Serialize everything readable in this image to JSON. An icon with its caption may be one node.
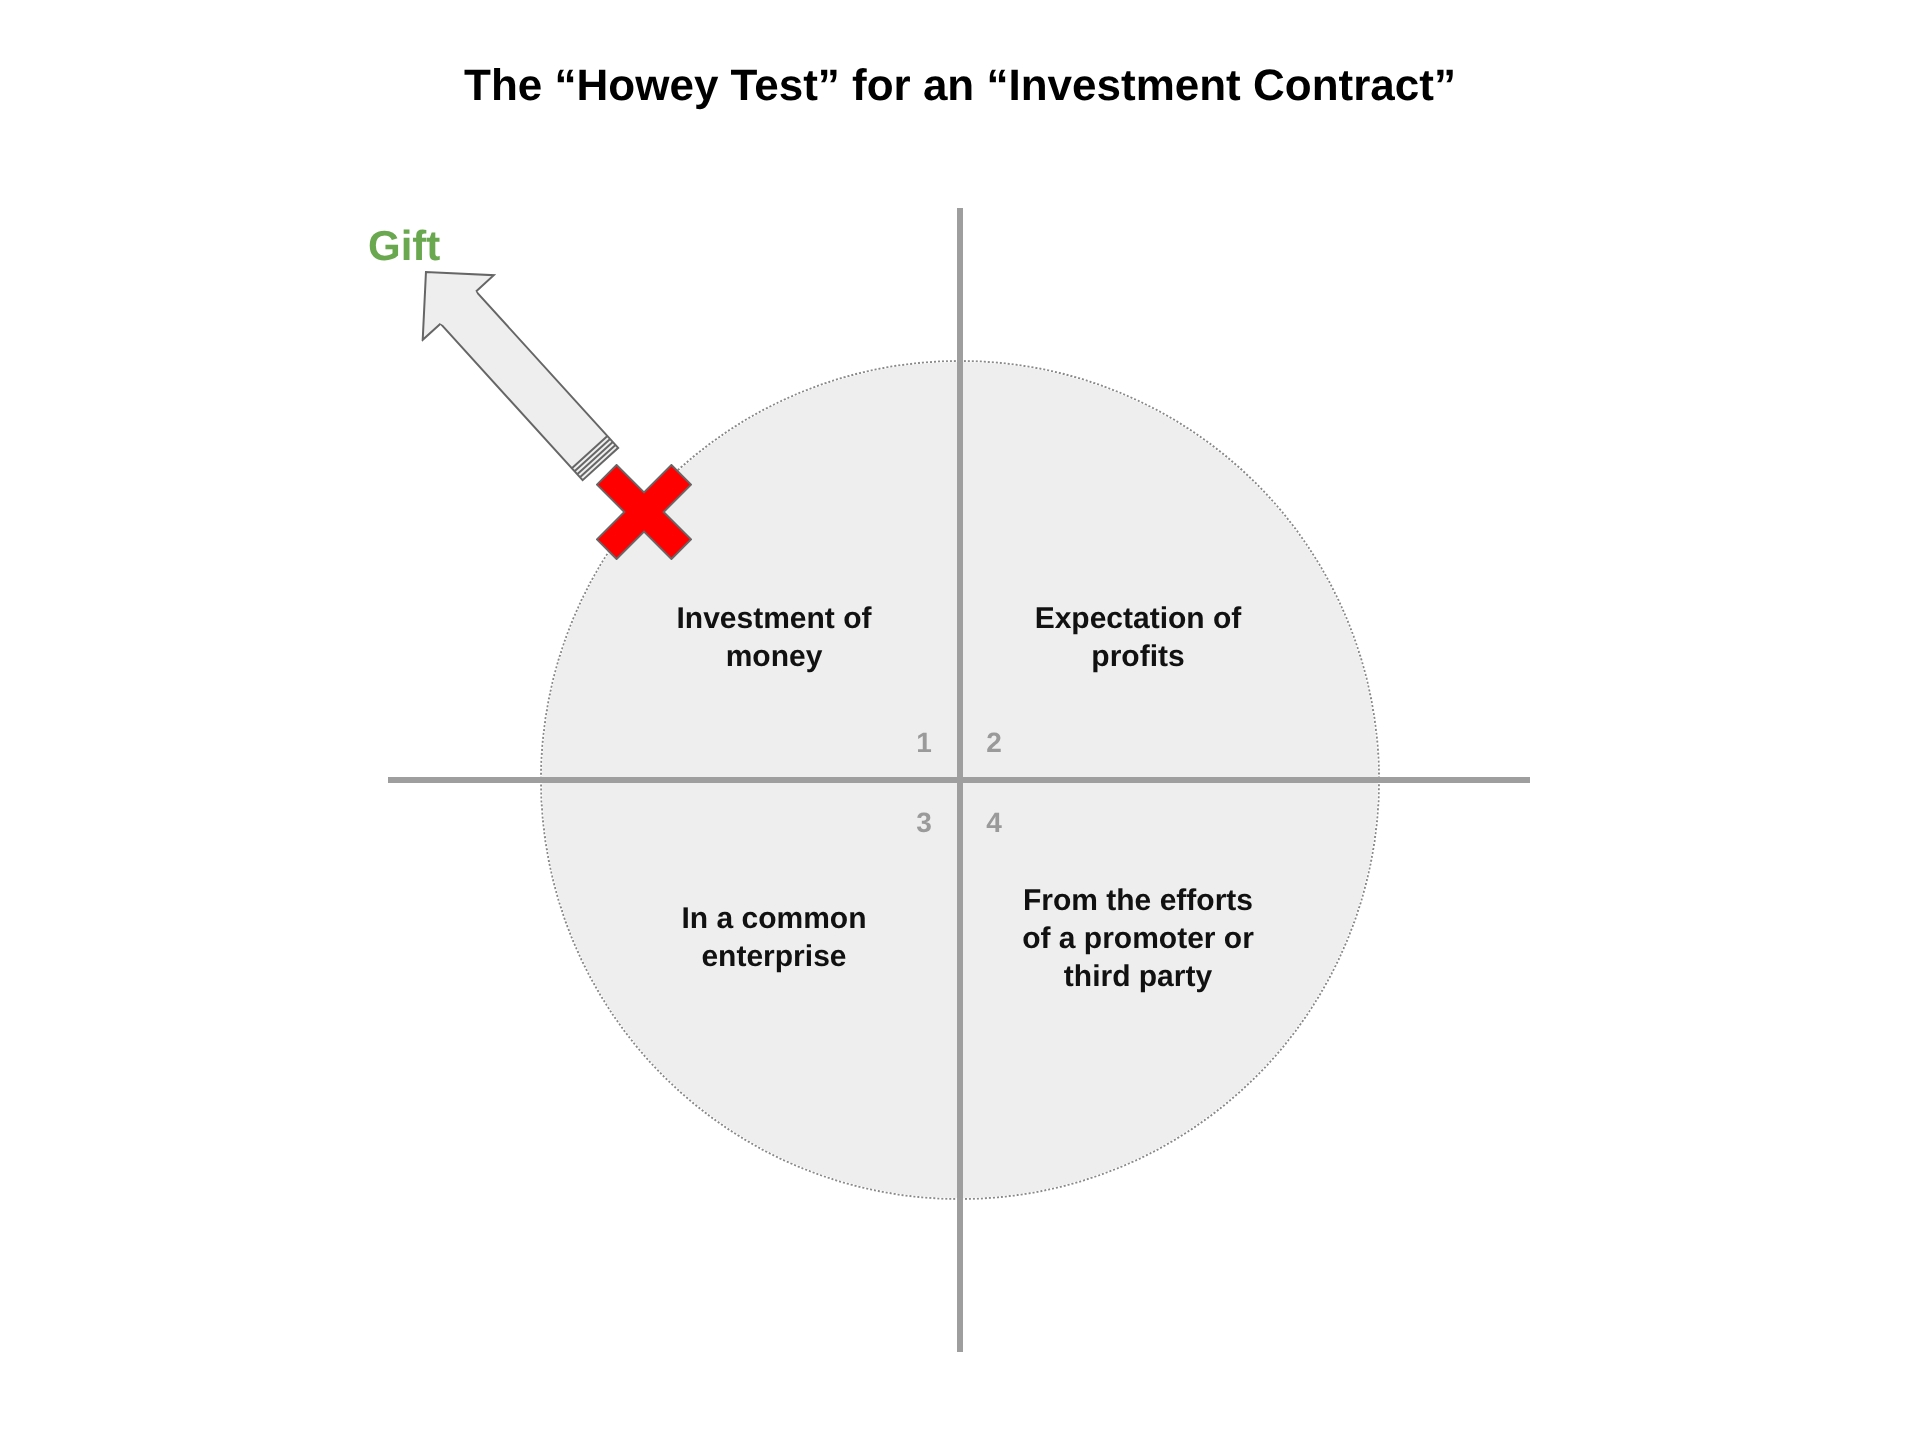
{
  "diagram": {
    "title": "The “Howey Test” for an “Investment Contract”",
    "nodes": [
      {
        "text": [
          "Gift"
        ]
      },
      {
        "text": [],
        "shape": "circle"
      },
      {
        "text": [
          "Investment of money",
          "1"
        ],
        "in": 1
      },
      {
        "text": [],
        "shape": "cross",
        "in": 2
      },
      {
        "text": [
          "Expectation of profits",
          "2"
        ],
        "in": 1
      },
      {
        "text": [
          "In a common enterprise",
          "3"
        ],
        "in": 1
      },
      {
        "text": [
          "From the efforts of a promoter or third party",
          "4"
        ],
        "in": 1
      }
    ],
    "edges": [
      {
        "from": 3,
        "to": 0,
        "arrow": "to"
      }
    ]
  }
}
